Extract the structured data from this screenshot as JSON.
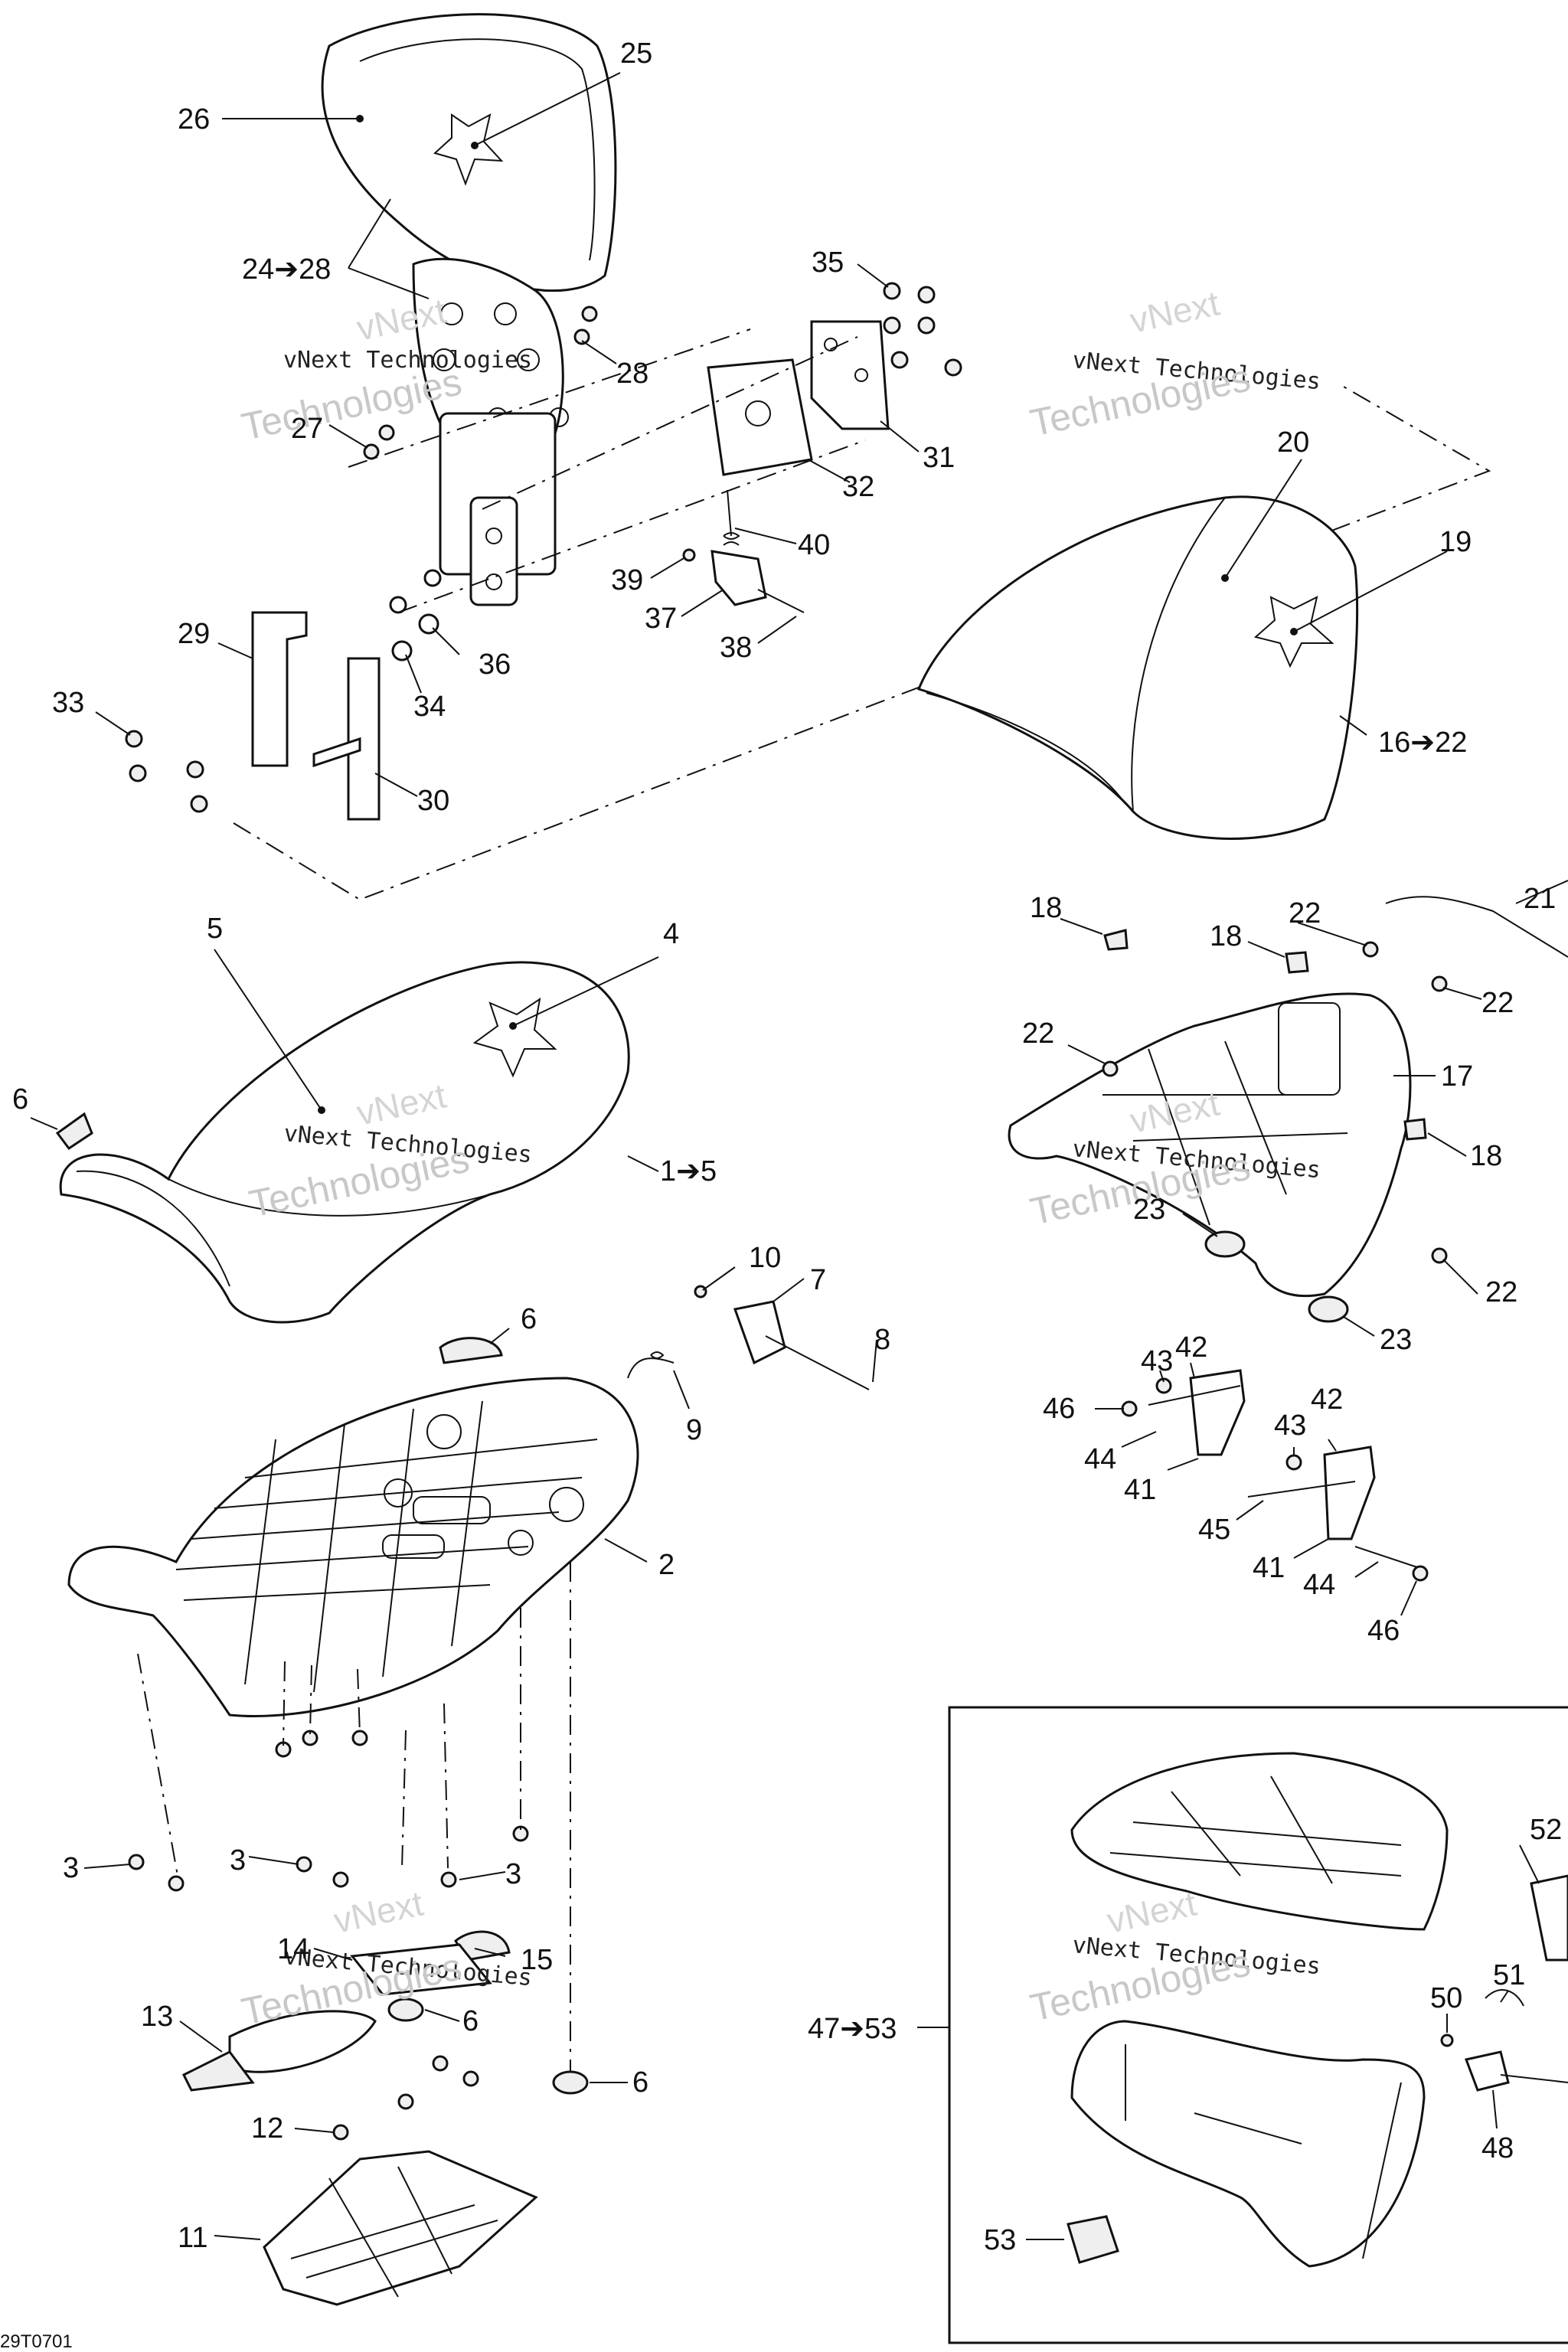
{
  "callouts": {
    "c25": "25",
    "c26": "26",
    "c24_28": "24➔28",
    "c28": "28",
    "c27": "27",
    "c35": "35",
    "c31": "31",
    "c32": "32",
    "c40": "40",
    "c39": "39",
    "c37": "37",
    "c38": "38",
    "c29": "29",
    "c33": "33",
    "c34": "34",
    "c36": "36",
    "c30": "30",
    "c20": "20",
    "c19": "19",
    "c16_22": "16➔22",
    "c5": "5",
    "c4": "4",
    "c6a": "6",
    "c1_5": "1➔5",
    "c10": "10",
    "c7": "7",
    "c6b": "6",
    "c8": "8",
    "c9": "9",
    "c2": "2",
    "c3a": "3",
    "c3b": "3",
    "c3c": "3",
    "c14": "14",
    "c15": "15",
    "c13": "13",
    "c6c": "6",
    "c6d": "6",
    "c12": "12",
    "c11": "11",
    "c18a": "18",
    "c21": "21",
    "c18b": "18",
    "c22a": "22",
    "c22b": "22",
    "c22c": "22",
    "c17": "17",
    "c18c": "18",
    "c23a": "23",
    "c22d": "22",
    "c23b": "23",
    "c42a": "42",
    "c43a": "43",
    "c46a": "46",
    "c44a": "44",
    "c42b": "42",
    "c43b": "43",
    "c41a": "41",
    "c45": "45",
    "c41b": "41",
    "c44b": "44",
    "c46b": "46",
    "c52": "52",
    "c51": "51",
    "c50": "50",
    "c47_53": "47➔53",
    "c48": "48",
    "c53": "53"
  },
  "watermark": {
    "line1": "vNext",
    "line2": "vNext Technologies",
    "line3": "Technologies"
  },
  "reference_code": "29T0701"
}
